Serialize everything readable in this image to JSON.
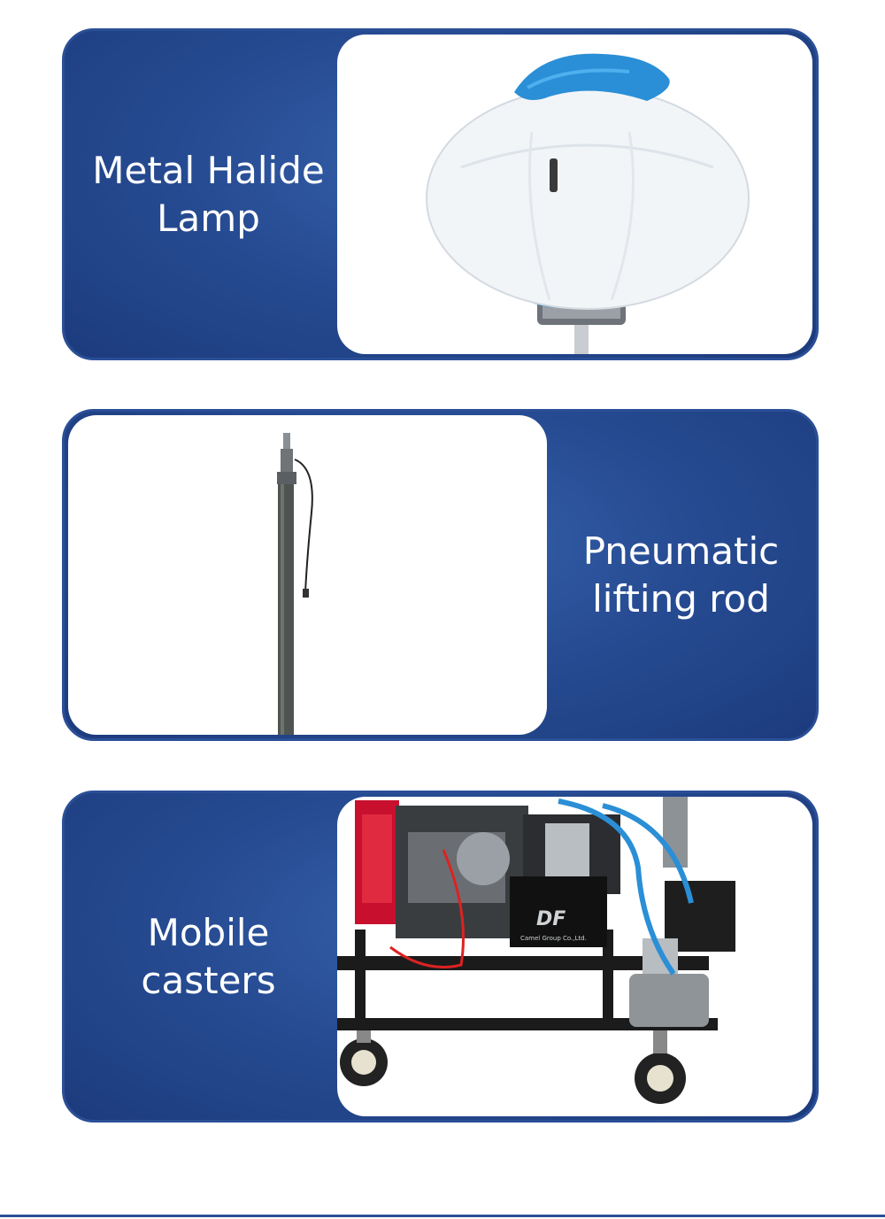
{
  "features": [
    {
      "label": "Metal Halide\nLamp",
      "icon": "balloon-lamp-image"
    },
    {
      "label": "Pneumatic\nlifting rod",
      "icon": "telescopic-rod-image"
    },
    {
      "label": "Mobile\ncasters",
      "icon": "generator-cart-image"
    }
  ],
  "generator": {
    "brand": "DF",
    "maker": "Camel Group Co.,Ltd."
  },
  "colors": {
    "panel": "#274c93",
    "border": "#2a4f97",
    "lamp_blue": "#2a8fd6"
  }
}
